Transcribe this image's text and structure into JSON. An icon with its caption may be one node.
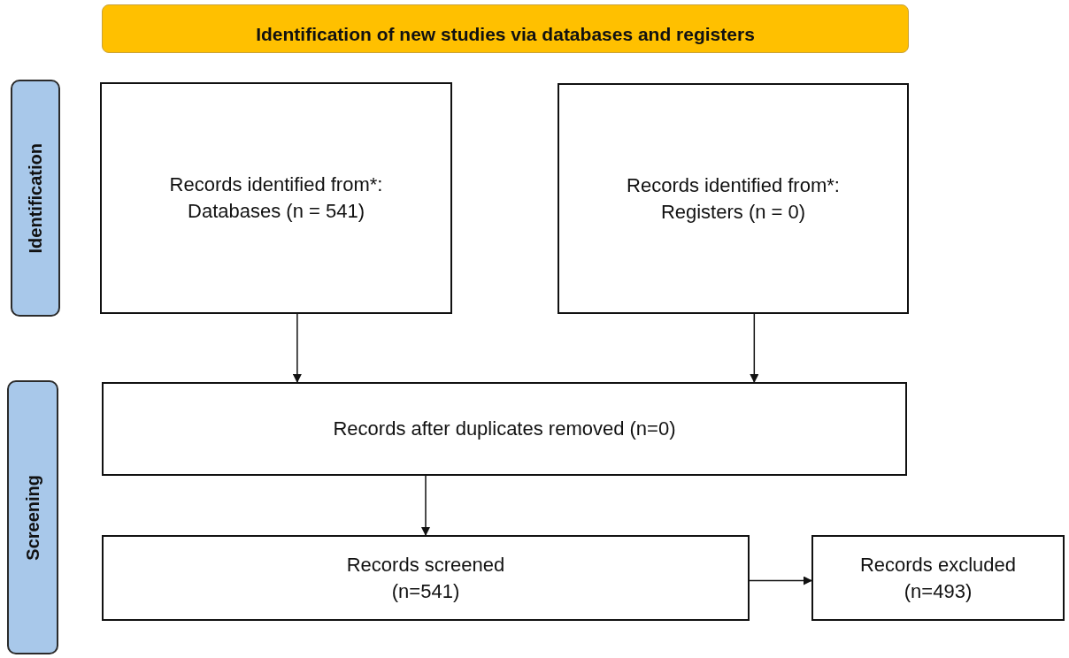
{
  "diagram": {
    "nodes": [
      {
        "text": [
          "Identification of new studies via databases and registers"
        ]
      },
      {
        "text": [
          "Identification"
        ]
      },
      {
        "text": [
          "Records identified from*: Databases (n = 541)"
        ]
      },
      {
        "text": [
          "Records identified from*: Registers (n = 0)"
        ]
      },
      {
        "text": [
          "Screening"
        ]
      },
      {
        "text": [
          "Records after duplicates removed (n=0)"
        ]
      },
      {
        "text": [
          "Records screened (n=541)"
        ]
      },
      {
        "text": [
          "Records excluded (n=493)"
        ]
      }
    ],
    "edges": [
      {
        "from": 2,
        "to": 5,
        "arrow": "to"
      },
      {
        "from": 3,
        "to": 5,
        "arrow": "to"
      },
      {
        "from": 5,
        "to": 6,
        "arrow": "to"
      },
      {
        "from": 6,
        "to": 7,
        "arrow": "to"
      }
    ]
  }
}
